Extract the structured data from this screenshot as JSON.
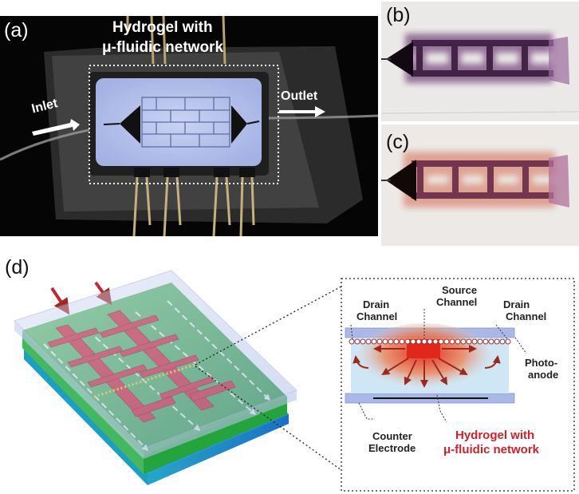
{
  "panel_a": {
    "label": "(a)",
    "title_line1": "Hydrogel with",
    "title_line2": "μ-fluidic network",
    "inlet": "Inlet",
    "outlet": "Outlet"
  },
  "panel_b": {
    "label": "(b)"
  },
  "panel_c": {
    "label": "(c)"
  },
  "panel_d": {
    "label": "(d)",
    "drain_left_1": "Drain",
    "drain_left_2": "Channel",
    "source_1": "Source",
    "source_2": "Channel",
    "drain_right_1": "Drain",
    "drain_right_2": "Channel",
    "photoanode_1": "Photo-",
    "photoanode_2": "anode",
    "counter_1": "Counter",
    "counter_2": "Electrode",
    "hydrogel_1": "Hydrogel with",
    "hydrogel_2": "μ-fluidic network"
  },
  "colors": {
    "accent_red": "#d0202a",
    "gel_green": "#3fae49",
    "glass_blue": "#a9b8e6",
    "stain_purple": "#5a2a5e",
    "stain_red": "#8a3048"
  }
}
